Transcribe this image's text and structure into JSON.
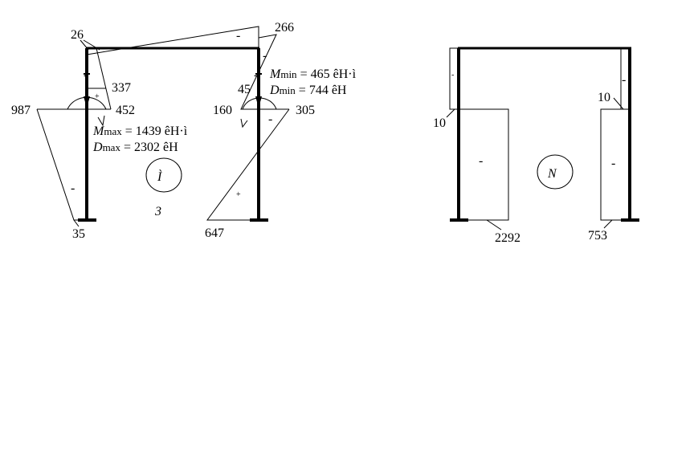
{
  "moment_diagram": {
    "values": {
      "v26": "26",
      "v266": "266",
      "v337": "337",
      "v987": "987",
      "v452": "452",
      "v45": "45",
      "v160": "160",
      "v305": "305",
      "v35": "35",
      "v647": "647"
    },
    "max_block": {
      "m_letter": "M",
      "m_sub": "max",
      "m_val": " = 1439 êH·ì",
      "d_letter": "D",
      "d_sub": "max",
      "d_val": " = 2302 êH"
    },
    "min_block": {
      "m_letter": "M",
      "m_sub": "min",
      "m_val": " = 465 êH·ì",
      "d_letter": "D",
      "d_sub": "min",
      "d_val": " = 744 êH"
    },
    "symbol": "Ì",
    "index": "3"
  },
  "normal_force_diagram": {
    "values": {
      "v10_left": "10",
      "v10_right": "10",
      "v2292": "2292",
      "v753": "753"
    },
    "symbol": "N"
  },
  "signs": {
    "minus": "-",
    "plus": "+"
  }
}
